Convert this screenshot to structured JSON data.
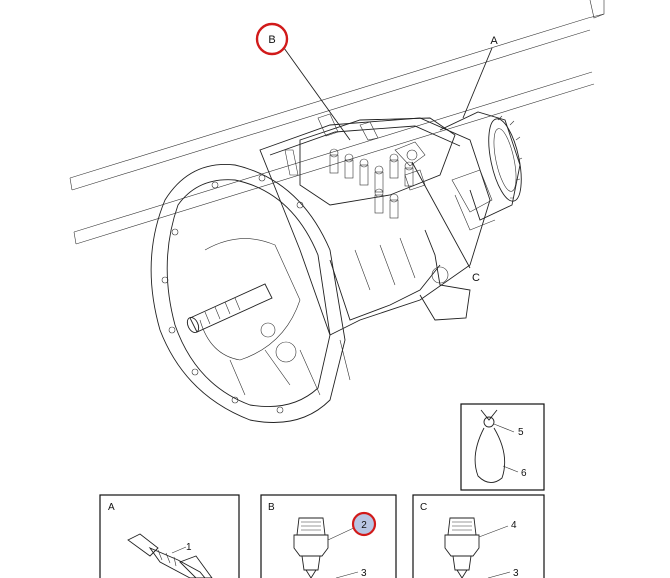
{
  "labels": {
    "callout_B": "B",
    "callout_A": "A",
    "callout_C": "C",
    "part_5": "5",
    "part_6": "6",
    "box_A_title": "A",
    "box_A_part_1": "1",
    "box_B_title": "B",
    "box_B_part_2": "2",
    "box_B_part_3": "3",
    "box_C_title": "C",
    "box_C_part_4": "4",
    "box_C_part_3": "3"
  },
  "colors": {
    "highlight_ring": "#d11a1a",
    "highlight_fill": "#b9c6e4",
    "line": "#222222"
  }
}
